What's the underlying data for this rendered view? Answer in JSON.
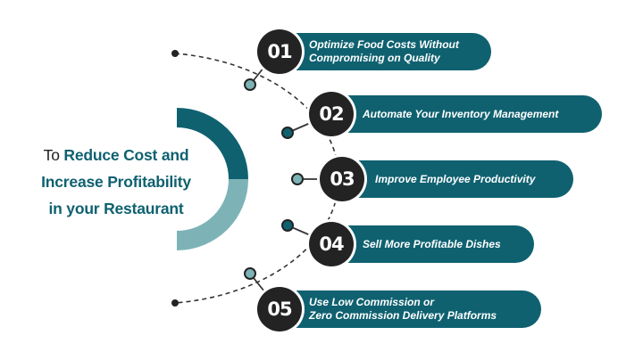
{
  "heading": {
    "line1_plain": "To",
    "line1_strong": "Reduce Cost and",
    "line2": "Increase Profitability",
    "line3": "in your Restaurant"
  },
  "colors": {
    "primary": "#0f6170",
    "secondary": "#7db3b6",
    "badge": "#232323",
    "text": "#ffffff"
  },
  "steps": [
    {
      "number": "01",
      "lines": [
        "Optimize Food Costs Without",
        "Compromising on Quality"
      ]
    },
    {
      "number": "02",
      "lines": [
        "Automate Your Inventory Management"
      ]
    },
    {
      "number": "03",
      "lines": [
        "Improve Employee Productivity"
      ]
    },
    {
      "number": "04",
      "lines": [
        "Sell More Profitable Dishes"
      ]
    },
    {
      "number": "05",
      "lines": [
        "Use Low Commission or",
        "Zero Commission Delivery Platforms"
      ]
    }
  ]
}
